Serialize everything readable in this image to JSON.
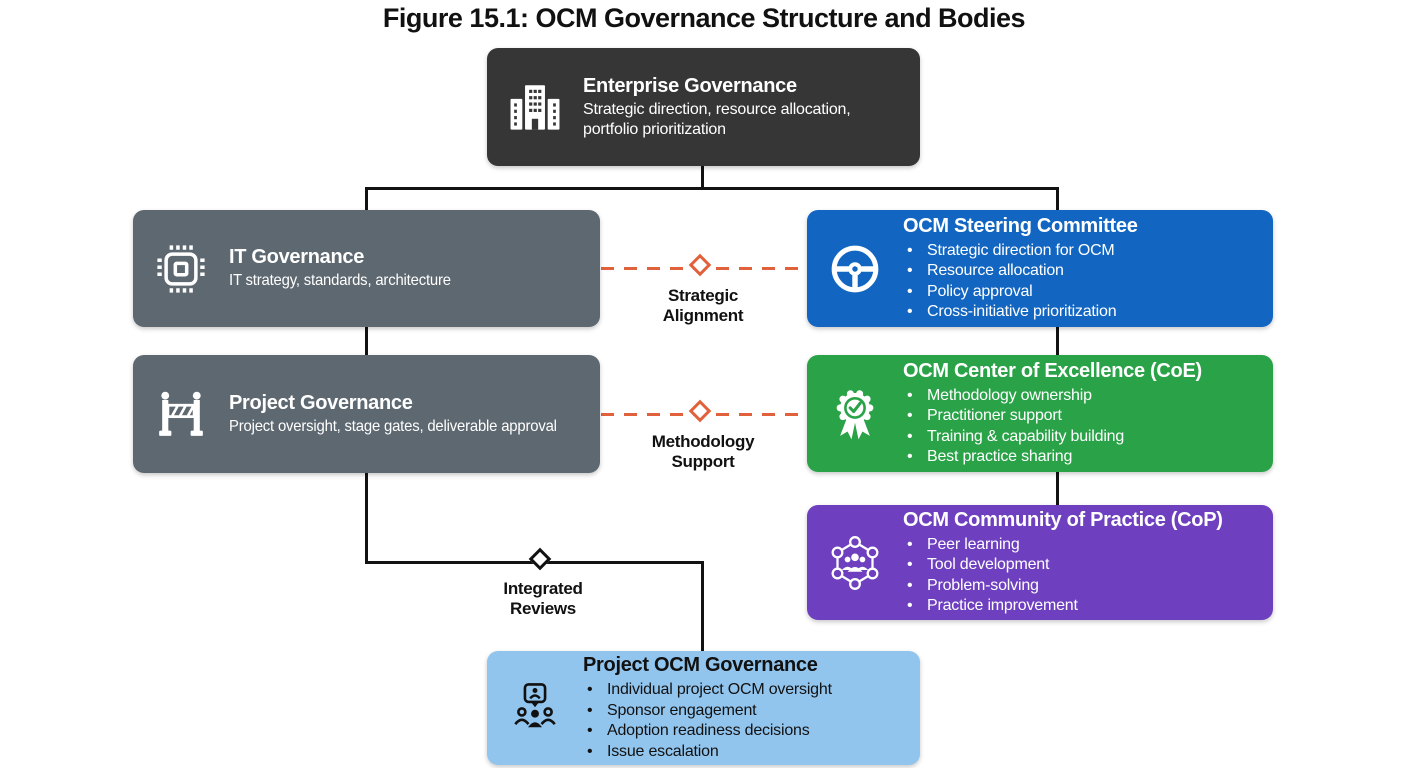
{
  "title": "Figure 15.1: OCM Governance Structure and Bodies",
  "colors": {
    "enterprise_bg": "#363636",
    "governance_gray_bg": "#5e6870",
    "steering_blue_bg": "#1266c2",
    "coe_green_bg": "#2aa348",
    "cop_purple_bg": "#6e40bf",
    "project_ocm_lightblue_bg": "#92c5ee",
    "dashed_connector_orange": "#e0613c",
    "solid_connector_black": "#121212"
  },
  "nodes": {
    "enterprise": {
      "title": "Enterprise Governance",
      "desc": "Strategic direction, resource allocation, portfolio prioritization",
      "icon": "buildings-icon"
    },
    "it_gov": {
      "title": "IT Governance",
      "desc": "IT strategy, standards, architecture",
      "icon": "chip-icon"
    },
    "project_gov": {
      "title": "Project Governance",
      "desc": "Project oversight, stage gates, deliverable approval",
      "icon": "barrier-icon"
    },
    "steering": {
      "title": "OCM Steering Committee",
      "icon": "steering-wheel-icon",
      "bullets": [
        "Strategic direction for OCM",
        "Resource allocation",
        "Policy approval",
        "Cross-initiative prioritization"
      ]
    },
    "coe": {
      "title": "OCM Center of Excellence (CoE)",
      "icon": "award-ribbon-icon",
      "bullets": [
        "Methodology ownership",
        "Practitioner support",
        "Training & capability building",
        "Best practice sharing"
      ]
    },
    "cop": {
      "title": "OCM Community of Practice (CoP)",
      "icon": "people-network-icon",
      "bullets": [
        "Peer learning",
        "Tool development",
        "Problem-solving",
        "Practice improvement"
      ]
    },
    "project_ocm": {
      "title": "Project OCM Governance",
      "icon": "meeting-presentation-icon",
      "bullets": [
        "Individual project OCM oversight",
        "Sponsor engagement",
        "Adoption readiness decisions",
        "Issue escalation"
      ]
    }
  },
  "connectors": {
    "strategic_alignment": {
      "line1": "Strategic",
      "line2": "Alignment"
    },
    "methodology_support": {
      "line1": "Methodology",
      "line2": "Support"
    },
    "integrated_reviews": {
      "line1": "Integrated",
      "line2": "Reviews"
    }
  }
}
